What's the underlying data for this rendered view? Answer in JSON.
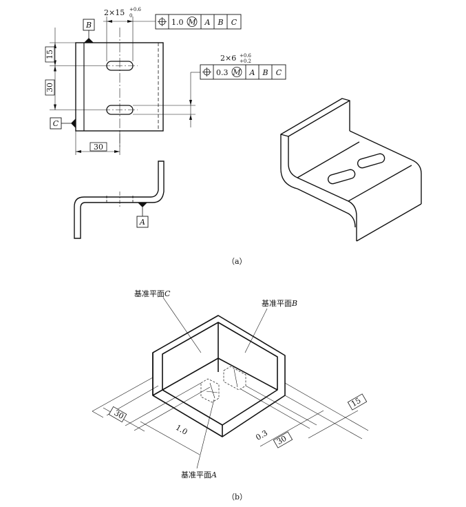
{
  "figure_a": {
    "caption": "（a）",
    "dims": {
      "slot_count_len": "2×15",
      "slot_len_tol_upper": "+0.6",
      "slot_len_tol_lower": "0",
      "slot_count_width": "2×6",
      "slot_width_tol_upper": "+0.6",
      "slot_width_tol_lower": "+0.2",
      "d15": "15",
      "d30v": "30",
      "d30h": "30"
    },
    "fcf1": {
      "tol": "1.0",
      "mod": "M",
      "ref1": "A",
      "ref2": "B",
      "ref3": "C"
    },
    "fcf2": {
      "tol": "0.3",
      "mod": "M",
      "ref1": "A",
      "ref2": "B",
      "ref3": "C"
    },
    "datums": {
      "b": "B",
      "c": "C",
      "a": "A"
    }
  },
  "figure_b": {
    "caption": "（b）",
    "plane_c_prefix": "基准平面",
    "plane_c_letter": "C",
    "plane_b_prefix": "基准平面",
    "plane_b_letter": "B",
    "plane_a_prefix": "基准平面",
    "plane_a_letter": "A",
    "dims": {
      "d30_left": "30",
      "d10": "1.0",
      "d03": "0.3",
      "d30_right": "30",
      "d15": "15"
    }
  }
}
